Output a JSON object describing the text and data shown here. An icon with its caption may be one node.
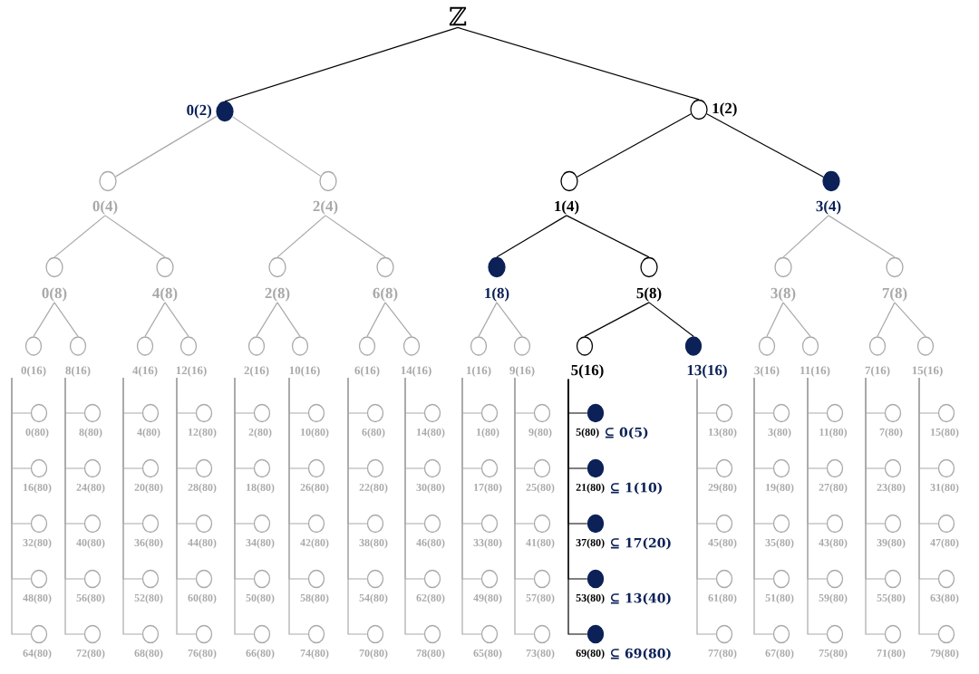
{
  "diagram": {
    "nodes": [
      {
        "text": [
          "ℤ"
        ]
      },
      {
        "text": [
          "0(2)"
        ]
      },
      {
        "text": [
          "1(2)"
        ]
      },
      {
        "text": [
          "0(4)"
        ]
      },
      {
        "text": [
          "2(4)"
        ]
      },
      {
        "text": [
          "1(4)"
        ]
      },
      {
        "text": [
          "3(4)"
        ]
      },
      {
        "text": [
          "0(8)"
        ]
      },
      {
        "text": [
          "4(8)"
        ]
      },
      {
        "text": [
          "2(8)"
        ]
      },
      {
        "text": [
          "6(8)"
        ]
      },
      {
        "text": [
          "1(8)"
        ]
      },
      {
        "text": [
          "5(8)"
        ]
      },
      {
        "text": [
          "3(8)"
        ]
      },
      {
        "text": [
          "7(8)"
        ]
      },
      {
        "text": [
          "0(16)"
        ]
      },
      {
        "text": [
          "8(16)"
        ]
      },
      {
        "text": [
          "4(16)"
        ]
      },
      {
        "text": [
          "12(16)"
        ]
      },
      {
        "text": [
          "2(16)"
        ]
      },
      {
        "text": [
          "10(16)"
        ]
      },
      {
        "text": [
          "6(16)"
        ]
      },
      {
        "text": [
          "14(16)"
        ]
      },
      {
        "text": [
          "1(16)"
        ]
      },
      {
        "text": [
          "9(16)"
        ]
      },
      {
        "text": [
          "5(16)"
        ]
      },
      {
        "text": [
          "13(16)"
        ]
      },
      {
        "text": [
          "3(16)"
        ]
      },
      {
        "text": [
          "11(16)"
        ]
      },
      {
        "text": [
          "7(16)"
        ]
      },
      {
        "text": [
          "15(16)"
        ]
      },
      {
        "text": [
          "0(80)"
        ]
      },
      {
        "text": [
          "16(80)"
        ]
      },
      {
        "text": [
          "32(80)"
        ]
      },
      {
        "text": [
          "48(80)"
        ]
      },
      {
        "text": [
          "64(80)"
        ]
      },
      {
        "text": [
          "8(80)"
        ]
      },
      {
        "text": [
          "24(80)"
        ]
      },
      {
        "text": [
          "40(80)"
        ]
      },
      {
        "text": [
          "56(80)"
        ]
      },
      {
        "text": [
          "72(80)"
        ]
      },
      {
        "text": [
          "4(80)"
        ]
      },
      {
        "text": [
          "20(80)"
        ]
      },
      {
        "text": [
          "36(80)"
        ]
      },
      {
        "text": [
          "52(80)"
        ]
      },
      {
        "text": [
          "68(80)"
        ]
      },
      {
        "text": [
          "12(80)"
        ]
      },
      {
        "text": [
          "28(80)"
        ]
      },
      {
        "text": [
          "44(80)"
        ]
      },
      {
        "text": [
          "60(80)"
        ]
      },
      {
        "text": [
          "76(80)"
        ]
      },
      {
        "text": [
          "2(80)"
        ]
      },
      {
        "text": [
          "18(80)"
        ]
      },
      {
        "text": [
          "34(80)"
        ]
      },
      {
        "text": [
          "50(80)"
        ]
      },
      {
        "text": [
          "66(80)"
        ]
      },
      {
        "text": [
          "10(80)"
        ]
      },
      {
        "text": [
          "26(80)"
        ]
      },
      {
        "text": [
          "42(80)"
        ]
      },
      {
        "text": [
          "58(80)"
        ]
      },
      {
        "text": [
          "74(80)"
        ]
      },
      {
        "text": [
          "6(80)"
        ]
      },
      {
        "text": [
          "22(80)"
        ]
      },
      {
        "text": [
          "38(80)"
        ]
      },
      {
        "text": [
          "54(80)"
        ]
      },
      {
        "text": [
          "70(80)"
        ]
      },
      {
        "text": [
          "14(80)"
        ]
      },
      {
        "text": [
          "30(80)"
        ]
      },
      {
        "text": [
          "46(80)"
        ]
      },
      {
        "text": [
          "62(80)"
        ]
      },
      {
        "text": [
          "78(80)"
        ]
      },
      {
        "text": [
          "1(80)"
        ]
      },
      {
        "text": [
          "17(80)"
        ]
      },
      {
        "text": [
          "33(80)"
        ]
      },
      {
        "text": [
          "49(80)"
        ]
      },
      {
        "text": [
          "65(80)"
        ]
      },
      {
        "text": [
          "9(80)"
        ]
      },
      {
        "text": [
          "25(80)"
        ]
      },
      {
        "text": [
          "41(80)"
        ]
      },
      {
        "text": [
          "57(80)"
        ]
      },
      {
        "text": [
          "73(80)"
        ]
      },
      {
        "text": [
          "5(80)",
          "⊆ 0(5)"
        ]
      },
      {
        "text": [
          "21(80)",
          "⊆ 1(10)"
        ]
      },
      {
        "text": [
          "37(80)",
          "⊆ 17(20)"
        ]
      },
      {
        "text": [
          "53(80)",
          "⊆ 13(40)"
        ]
      },
      {
        "text": [
          "69(80)",
          "⊆ 69(80)"
        ]
      },
      {
        "text": [
          "13(80)"
        ]
      },
      {
        "text": [
          "29(80)"
        ]
      },
      {
        "text": [
          "45(80)"
        ]
      },
      {
        "text": [
          "61(80)"
        ]
      },
      {
        "text": [
          "77(80)"
        ]
      },
      {
        "text": [
          "3(80)"
        ]
      },
      {
        "text": [
          "19(80)"
        ]
      },
      {
        "text": [
          "35(80)"
        ]
      },
      {
        "text": [
          "51(80)"
        ]
      },
      {
        "text": [
          "67(80)"
        ]
      },
      {
        "text": [
          "11(80)"
        ]
      },
      {
        "text": [
          "27(80)"
        ]
      },
      {
        "text": [
          "43(80)"
        ]
      },
      {
        "text": [
          "59(80)"
        ]
      },
      {
        "text": [
          "75(80)"
        ]
      },
      {
        "text": [
          "7(80)"
        ]
      },
      {
        "text": [
          "23(80)"
        ]
      },
      {
        "text": [
          "39(80)"
        ]
      },
      {
        "text": [
          "55(80)"
        ]
      },
      {
        "text": [
          "71(80)"
        ]
      },
      {
        "text": [
          "15(80)"
        ]
      },
      {
        "text": [
          "31(80)"
        ]
      },
      {
        "text": [
          "47(80)"
        ]
      },
      {
        "text": [
          "63(80)"
        ]
      },
      {
        "text": [
          "79(80)"
        ]
      }
    ],
    "edges": [
      {
        "from": 0,
        "to": 1,
        "arrow": "none",
        "color": "#000000"
      },
      {
        "from": 0,
        "to": 2,
        "arrow": "none",
        "color": "#000000"
      },
      {
        "from": 1,
        "to": 3,
        "arrow": "none"
      },
      {
        "from": 1,
        "to": 4,
        "arrow": "none"
      },
      {
        "from": 2,
        "to": 5,
        "arrow": "none",
        "color": "#000000"
      },
      {
        "from": 2,
        "to": 6,
        "arrow": "none",
        "color": "#000000"
      },
      {
        "from": 3,
        "to": 7,
        "arrow": "none"
      },
      {
        "from": 3,
        "to": 8,
        "arrow": "none"
      },
      {
        "from": 4,
        "to": 9,
        "arrow": "none"
      },
      {
        "from": 4,
        "to": 10,
        "arrow": "none"
      },
      {
        "from": 5,
        "to": 11,
        "arrow": "none",
        "color": "#000000"
      },
      {
        "from": 5,
        "to": 12,
        "arrow": "none",
        "color": "#000000"
      },
      {
        "from": 6,
        "to": 13,
        "arrow": "none"
      },
      {
        "from": 6,
        "to": 14,
        "arrow": "none"
      },
      {
        "from": 7,
        "to": 15,
        "arrow": "none"
      },
      {
        "from": 7,
        "to": 16,
        "arrow": "none"
      },
      {
        "from": 8,
        "to": 17,
        "arrow": "none"
      },
      {
        "from": 8,
        "to": 18,
        "arrow": "none"
      },
      {
        "from": 9,
        "to": 19,
        "arrow": "none"
      },
      {
        "from": 9,
        "to": 20,
        "arrow": "none"
      },
      {
        "from": 10,
        "to": 21,
        "arrow": "none"
      },
      {
        "from": 10,
        "to": 22,
        "arrow": "none"
      },
      {
        "from": 11,
        "to": 23,
        "arrow": "none"
      },
      {
        "from": 11,
        "to": 24,
        "arrow": "none"
      },
      {
        "from": 12,
        "to": 25,
        "arrow": "none",
        "color": "#000000"
      },
      {
        "from": 12,
        "to": 26,
        "arrow": "none",
        "color": "#000000"
      },
      {
        "from": 13,
        "to": 27,
        "arrow": "none"
      },
      {
        "from": 13,
        "to": 28,
        "arrow": "none"
      },
      {
        "from": 14,
        "to": 29,
        "arrow": "none"
      },
      {
        "from": 14,
        "to": 30,
        "arrow": "none"
      },
      {
        "from": 15,
        "to": 31,
        "arrow": "none"
      },
      {
        "from": 15,
        "to": 32,
        "arrow": "none"
      },
      {
        "from": 15,
        "to": 33,
        "arrow": "none"
      },
      {
        "from": 15,
        "to": 34,
        "arrow": "none"
      },
      {
        "from": 15,
        "to": 35,
        "arrow": "none"
      },
      {
        "from": 16,
        "to": 36,
        "arrow": "none"
      },
      {
        "from": 16,
        "to": 37,
        "arrow": "none"
      },
      {
        "from": 16,
        "to": 38,
        "arrow": "none"
      },
      {
        "from": 16,
        "to": 39,
        "arrow": "none"
      },
      {
        "from": 16,
        "to": 40,
        "arrow": "none"
      },
      {
        "from": 17,
        "to": 41,
        "arrow": "none"
      },
      {
        "from": 17,
        "to": 42,
        "arrow": "none"
      },
      {
        "from": 17,
        "to": 43,
        "arrow": "none"
      },
      {
        "from": 17,
        "to": 44,
        "arrow": "none"
      },
      {
        "from": 17,
        "to": 45,
        "arrow": "none"
      },
      {
        "from": 18,
        "to": 46,
        "arrow": "none"
      },
      {
        "from": 18,
        "to": 47,
        "arrow": "none"
      },
      {
        "from": 18,
        "to": 48,
        "arrow": "none"
      },
      {
        "from": 18,
        "to": 49,
        "arrow": "none"
      },
      {
        "from": 18,
        "to": 50,
        "arrow": "none"
      },
      {
        "from": 19,
        "to": 51,
        "arrow": "none"
      },
      {
        "from": 19,
        "to": 52,
        "arrow": "none"
      },
      {
        "from": 19,
        "to": 53,
        "arrow": "none"
      },
      {
        "from": 19,
        "to": 54,
        "arrow": "none"
      },
      {
        "from": 19,
        "to": 55,
        "arrow": "none"
      },
      {
        "from": 20,
        "to": 56,
        "arrow": "none"
      },
      {
        "from": 20,
        "to": 57,
        "arrow": "none"
      },
      {
        "from": 20,
        "to": 58,
        "arrow": "none"
      },
      {
        "from": 20,
        "to": 59,
        "arrow": "none"
      },
      {
        "from": 20,
        "to": 60,
        "arrow": "none"
      },
      {
        "from": 21,
        "to": 61,
        "arrow": "none"
      },
      {
        "from": 21,
        "to": 62,
        "arrow": "none"
      },
      {
        "from": 21,
        "to": 63,
        "arrow": "none"
      },
      {
        "from": 21,
        "to": 64,
        "arrow": "none"
      },
      {
        "from": 21,
        "to": 65,
        "arrow": "none"
      },
      {
        "from": 22,
        "to": 66,
        "arrow": "none"
      },
      {
        "from": 22,
        "to": 67,
        "arrow": "none"
      },
      {
        "from": 22,
        "to": 68,
        "arrow": "none"
      },
      {
        "from": 22,
        "to": 69,
        "arrow": "none"
      },
      {
        "from": 22,
        "to": 70,
        "arrow": "none"
      },
      {
        "from": 23,
        "to": 71,
        "arrow": "none"
      },
      {
        "from": 23,
        "to": 72,
        "arrow": "none"
      },
      {
        "from": 23,
        "to": 73,
        "arrow": "none"
      },
      {
        "from": 23,
        "to": 74,
        "arrow": "none"
      },
      {
        "from": 23,
        "to": 75,
        "arrow": "none"
      },
      {
        "from": 24,
        "to": 76,
        "arrow": "none"
      },
      {
        "from": 24,
        "to": 77,
        "arrow": "none"
      },
      {
        "from": 24,
        "to": 78,
        "arrow": "none"
      },
      {
        "from": 24,
        "to": 79,
        "arrow": "none"
      },
      {
        "from": 24,
        "to": 80,
        "arrow": "none"
      },
      {
        "from": 25,
        "to": 81,
        "arrow": "none",
        "color": "#000000"
      },
      {
        "from": 25,
        "to": 82,
        "arrow": "none",
        "color": "#000000"
      },
      {
        "from": 25,
        "to": 83,
        "arrow": "none",
        "color": "#000000"
      },
      {
        "from": 25,
        "to": 84,
        "arrow": "none",
        "color": "#000000"
      },
      {
        "from": 25,
        "to": 85,
        "arrow": "none",
        "color": "#000000"
      },
      {
        "from": 26,
        "to": 86,
        "arrow": "none"
      },
      {
        "from": 26,
        "to": 87,
        "arrow": "none"
      },
      {
        "from": 26,
        "to": 88,
        "arrow": "none"
      },
      {
        "from": 26,
        "to": 89,
        "arrow": "none"
      },
      {
        "from": 26,
        "to": 90,
        "arrow": "none"
      },
      {
        "from": 27,
        "to": 91,
        "arrow": "none"
      },
      {
        "from": 27,
        "to": 92,
        "arrow": "none"
      },
      {
        "from": 27,
        "to": 93,
        "arrow": "none"
      },
      {
        "from": 27,
        "to": 94,
        "arrow": "none"
      },
      {
        "from": 27,
        "to": 95,
        "arrow": "none"
      },
      {
        "from": 28,
        "to": 96,
        "arrow": "none"
      },
      {
        "from": 28,
        "to": 97,
        "arrow": "none"
      },
      {
        "from": 28,
        "to": 98,
        "arrow": "none"
      },
      {
        "from": 28,
        "to": 99,
        "arrow": "none"
      },
      {
        "from": 28,
        "to": 100,
        "arrow": "none"
      },
      {
        "from": 29,
        "to": 101,
        "arrow": "none"
      },
      {
        "from": 29,
        "to": 102,
        "arrow": "none"
      },
      {
        "from": 29,
        "to": 103,
        "arrow": "none"
      },
      {
        "from": 29,
        "to": 104,
        "arrow": "none"
      },
      {
        "from": 29,
        "to": 105,
        "arrow": "none"
      },
      {
        "from": 30,
        "to": 106,
        "arrow": "none"
      },
      {
        "from": 30,
        "to": 107,
        "arrow": "none"
      },
      {
        "from": 30,
        "to": 108,
        "arrow": "none"
      },
      {
        "from": 30,
        "to": 109,
        "arrow": "none"
      },
      {
        "from": 30,
        "to": 110,
        "arrow": "none"
      }
    ]
  }
}
